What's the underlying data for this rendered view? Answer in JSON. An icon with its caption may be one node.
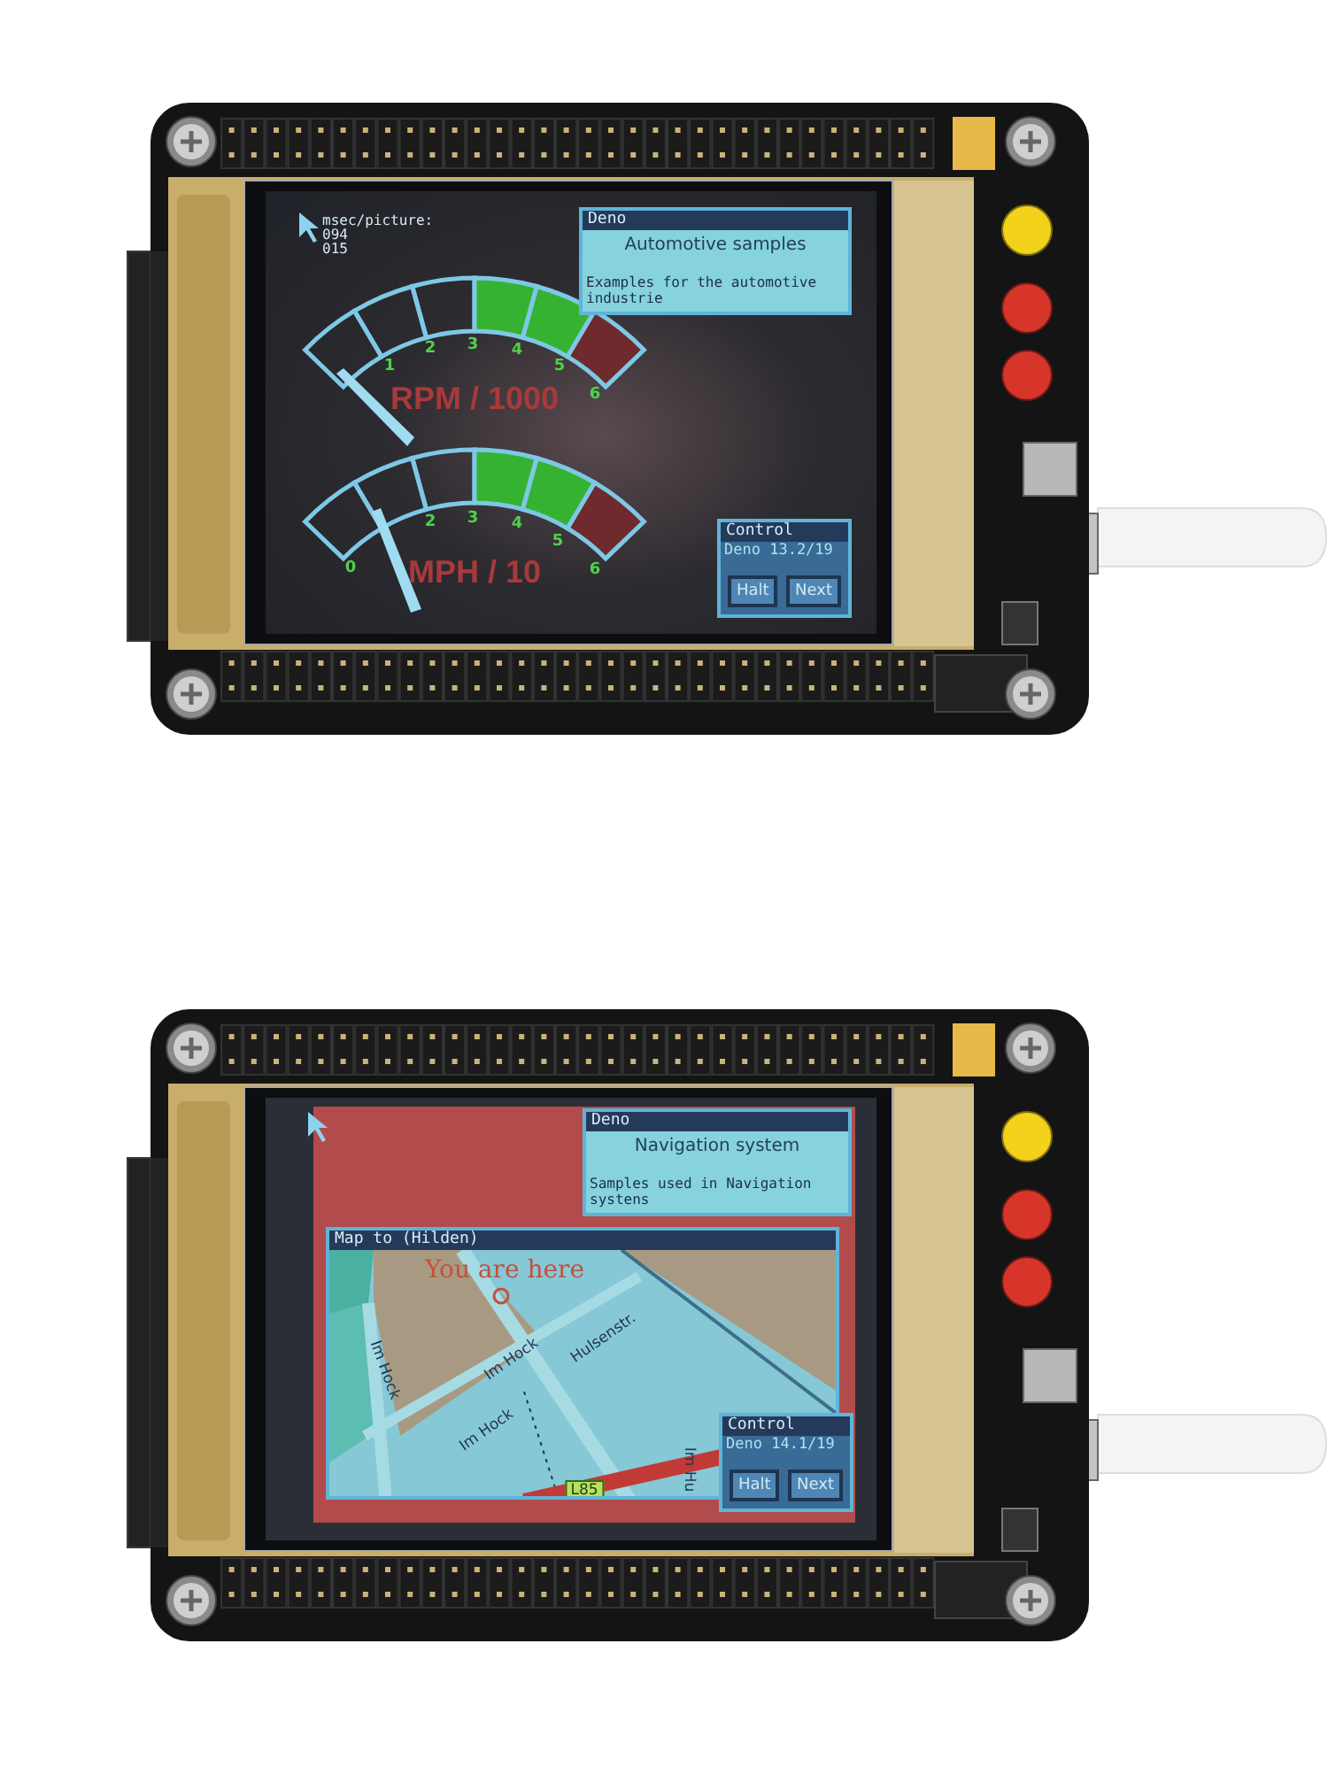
{
  "diagram": {
    "nodes": [
      {
        "text": [
          "Deno",
          "Automotive samples",
          "Examples for the automotive industrie"
        ]
      },
      {
        "text": [
          "Control",
          "Deno 13.2/19",
          "Halt",
          "Next"
        ]
      },
      {
        "text": [
          "Deno",
          "Navigation system",
          "Samples used in Navigation systens"
        ]
      },
      {
        "text": [
          "Map to (Hilden)",
          "You are here",
          "Im Hock",
          "Im Hock",
          "Im Hock",
          "Hulsenstr.",
          "Im Hu",
          "L85"
        ]
      },
      {
        "text": [
          "Control",
          "Deno 14.1/19",
          "Halt",
          "Next"
        ]
      }
    ],
    "labels": [
      "msec/picture:",
      "094",
      "015",
      "1",
      "2",
      "3",
      "4",
      "5",
      "6",
      "RPM / 1000",
      "0",
      "2",
      "3",
      "4",
      "5",
      "6",
      "MPH / 10"
    ]
  }
}
